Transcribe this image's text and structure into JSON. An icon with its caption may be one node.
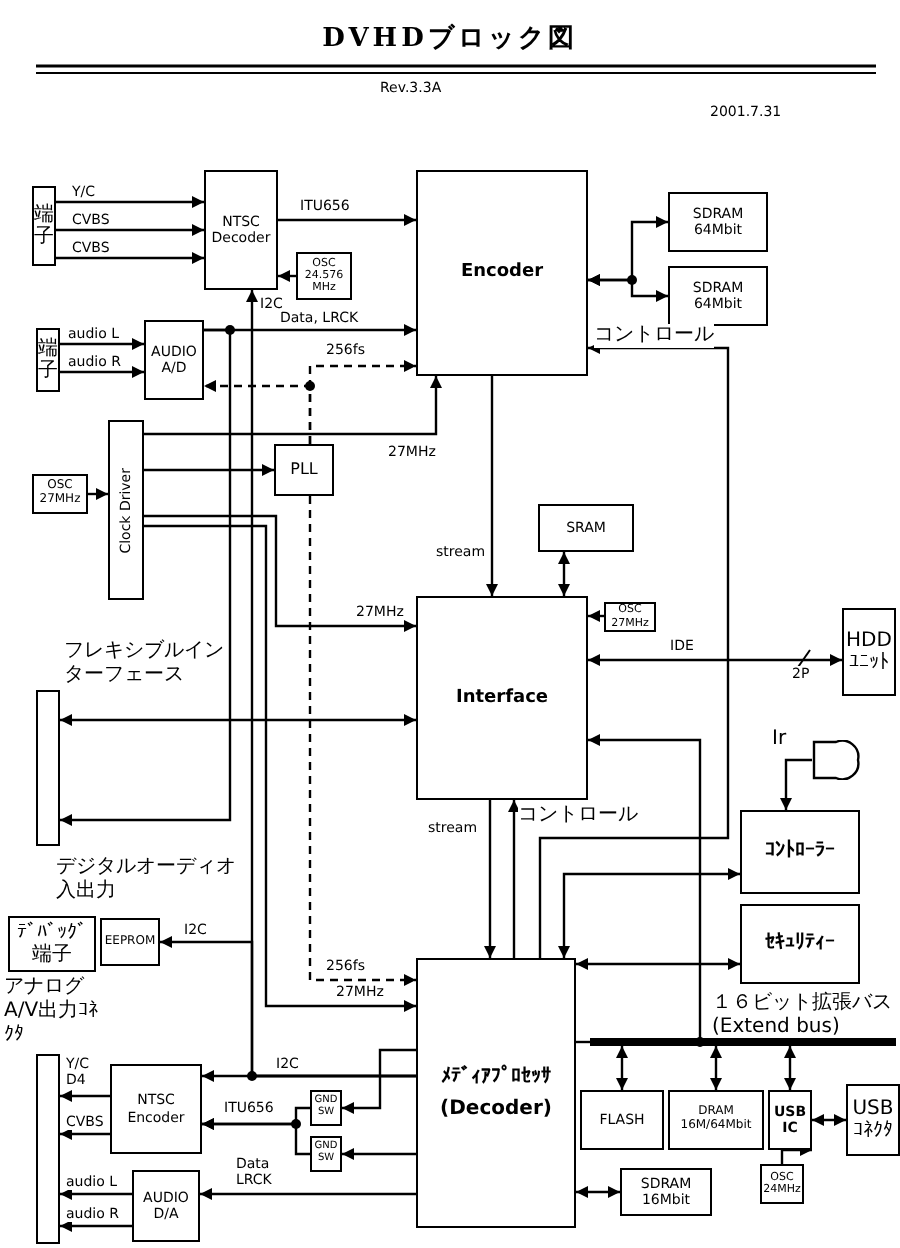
{
  "diagram": {
    "title": "DVHDブロック図",
    "nodes": [
      {
        "text": [
          "端子"
        ]
      },
      {
        "text": [
          "NTSC Decoder"
        ]
      },
      {
        "text": [
          "OSC 24.576 MHz"
        ]
      },
      {
        "text": [
          "Encoder"
        ]
      },
      {
        "text": [
          "SDRAM 64Mbit"
        ]
      },
      {
        "text": [
          "SDRAM 64Mbit"
        ]
      },
      {
        "text": [
          "端子"
        ]
      },
      {
        "text": [
          "AUDIO A/D"
        ]
      },
      {
        "text": [
          "OSC 27MHz"
        ]
      },
      {
        "text": [
          "Clock Driver"
        ]
      },
      {
        "text": [
          "PLL"
        ]
      },
      {
        "text": [
          "SRAM"
        ]
      },
      {
        "text": [
          "OSC 27MHz"
        ]
      },
      {
        "text": [
          "Interface"
        ]
      },
      {
        "text": [
          "HDD ﾕﾆｯﾄ"
        ]
      },
      {
        "text": [],
        "shape": "bar",
        "beside": [
          "フレキシブルインターフェース",
          "デジタルオーディオ入出力"
        ]
      },
      {
        "text": [],
        "shape": "dome",
        "beside": [
          "Ir"
        ]
      },
      {
        "text": [
          "ｺﾝﾄﾛｰﾗｰ"
        ]
      },
      {
        "text": [
          "ｾｷｭﾘﾃｨｰ"
        ]
      },
      {
        "text": [
          "ﾃﾞﾊﾞｯｸﾞ端子"
        ]
      },
      {
        "text": [
          "EEPROM"
        ]
      },
      {
        "text": [
          "ﾒﾃﾞｨｱﾌﾟﾛｾｯｻ",
          "(Decoder)"
        ]
      },
      {
        "text": [],
        "shape": "bar",
        "beside": [
          "アナログA/V出力ｺﾈｸﾀ"
        ]
      },
      {
        "text": [
          "NTSC Encoder"
        ]
      },
      {
        "text": [
          "GND SW"
        ]
      },
      {
        "text": [
          "GND SW"
        ]
      },
      {
        "text": [
          "AUDIO D/A"
        ]
      },
      {
        "text": [
          "FLASH"
        ]
      },
      {
        "text": [
          "DRAM 16M/64Mbit"
        ]
      },
      {
        "text": [
          "USB IC"
        ]
      },
      {
        "text": [
          "USB ｺﾈｸﾀ"
        ]
      },
      {
        "text": [
          "OSC 24MHz"
        ]
      },
      {
        "text": [
          "SDRAM 16Mbit"
        ]
      },
      {
        "text": [],
        "shape": "line",
        "beside": [
          "１６ビット拡張バス (Extend bus)"
        ]
      }
    ],
    "edges": [
      {
        "from": 0,
        "to": 1,
        "arrow": "to",
        "label": "Y/C"
      },
      {
        "from": 0,
        "to": 1,
        "arrow": "to",
        "label": "CVBS"
      },
      {
        "from": 0,
        "to": 1,
        "arrow": "to",
        "label": "CVBS"
      },
      {
        "from": 1,
        "to": 3,
        "arrow": "to",
        "label": "ITU656"
      },
      {
        "from": 2,
        "to": 1,
        "arrow": "to"
      },
      {
        "from": 3,
        "to": 4,
        "arrow": "both"
      },
      {
        "from": 3,
        "to": 5,
        "arrow": "both"
      },
      {
        "from": 6,
        "to": 7,
        "arrow": "to",
        "label": "audio L"
      },
      {
        "from": 6,
        "to": 7,
        "arrow": "to",
        "label": "audio R"
      },
      {
        "from": 7,
        "to": 3,
        "arrow": "to",
        "label": "Data, LRCK"
      },
      {
        "from": 10,
        "to": 3,
        "arrow": "to",
        "label": "256fs",
        "style": "dashed"
      },
      {
        "from": 10,
        "to": 7,
        "arrow": "to",
        "style": "dashed"
      },
      {
        "from": 8,
        "to": 9,
        "arrow": "to"
      },
      {
        "from": 9,
        "to": 3,
        "arrow": "to",
        "label": "27MHz"
      },
      {
        "from": 9,
        "to": 10,
        "arrow": "to"
      },
      {
        "from": 9,
        "to": 13,
        "arrow": "to",
        "label": "27MHz"
      },
      {
        "from": 9,
        "to": 21,
        "arrow": "to",
        "label": "27MHz"
      },
      {
        "from": 3,
        "to": 13,
        "arrow": "to",
        "label": "stream"
      },
      {
        "from": 11,
        "to": 13,
        "arrow": "both"
      },
      {
        "from": 12,
        "to": 13,
        "arrow": "to"
      },
      {
        "from": 13,
        "to": 14,
        "arrow": "both",
        "label": "IDE"
      },
      {
        "from": 21,
        "to": 3,
        "arrow": "to",
        "label": "コントロール"
      },
      {
        "from": 21,
        "to": 13,
        "arrow": "to",
        "label": "コントロール"
      },
      {
        "from": 13,
        "to": 21,
        "arrow": "to",
        "label": "stream"
      },
      {
        "from": 33,
        "to": 13,
        "arrow": "to"
      },
      {
        "from": 21,
        "to": 17,
        "arrow": "both"
      },
      {
        "from": 21,
        "to": 18,
        "arrow": "both"
      },
      {
        "from": 16,
        "to": 17,
        "arrow": "to"
      },
      {
        "from": 21,
        "to": 1,
        "arrow": "to",
        "label": "I2C"
      },
      {
        "from": 21,
        "to": 20,
        "arrow": "to",
        "label": "I2C"
      },
      {
        "from": 21,
        "to": 23,
        "arrow": "to",
        "label": "I2C"
      },
      {
        "from": 7,
        "to": 15,
        "arrow": "to"
      },
      {
        "from": 15,
        "to": 13,
        "arrow": "both"
      },
      {
        "from": 21,
        "to": 24,
        "arrow": "to"
      },
      {
        "from": 21,
        "to": 25,
        "arrow": "to"
      },
      {
        "from": 24,
        "to": 23,
        "arrow": "to",
        "label": "ITU656"
      },
      {
        "from": 25,
        "to": 23,
        "arrow": "to"
      },
      {
        "from": 23,
        "to": 22,
        "arrow": "to",
        "label": "Y/C D4"
      },
      {
        "from": 23,
        "to": 22,
        "arrow": "to",
        "label": "CVBS"
      },
      {
        "from": 26,
        "to": 22,
        "arrow": "to",
        "label": "audio L"
      },
      {
        "from": 26,
        "to": 22,
        "arrow": "to",
        "label": "audio R"
      },
      {
        "from": 21,
        "to": 26,
        "arrow": "to",
        "label": "Data LRCK"
      },
      {
        "from": 21,
        "to": 33,
        "arrow": "none"
      },
      {
        "from": 33,
        "to": 27,
        "arrow": "both"
      },
      {
        "from": 33,
        "to": 28,
        "arrow": "both"
      },
      {
        "from": 33,
        "to": 29,
        "arrow": "both"
      },
      {
        "from": 29,
        "to": 30,
        "arrow": "both"
      },
      {
        "from": 31,
        "to": 29,
        "arrow": "to"
      },
      {
        "from": 21,
        "to": 32,
        "arrow": "both"
      },
      {
        "from": 10,
        "to": 21,
        "arrow": "to",
        "label": "256fs",
        "style": "dashed"
      }
    ],
    "labels": [
      "Rev.3.3A",
      "2001.7.31",
      "2P"
    ]
  }
}
